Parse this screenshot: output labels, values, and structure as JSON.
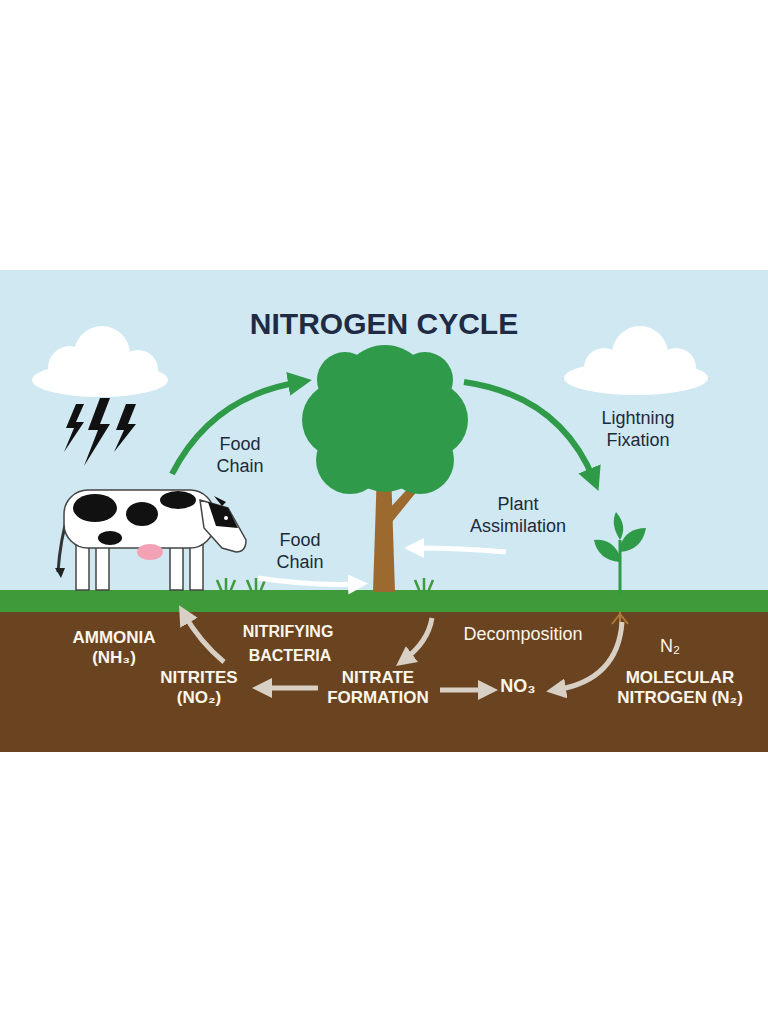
{
  "diagram": {
    "title": "NITROGEN CYCLE",
    "labels": [
      "Food Chain",
      "Lightning Fixation",
      "Plant Assimilation",
      "Food Chain",
      "AMMONIA (NH₃)",
      "NITRIFYING",
      "BACTERIA",
      "Decomposition",
      "N₂",
      "NITRITES (NO₂)",
      "NITRATE FORMATION",
      "NO₃",
      "MOLECULAR NITROGEN (N₂)"
    ]
  }
}
